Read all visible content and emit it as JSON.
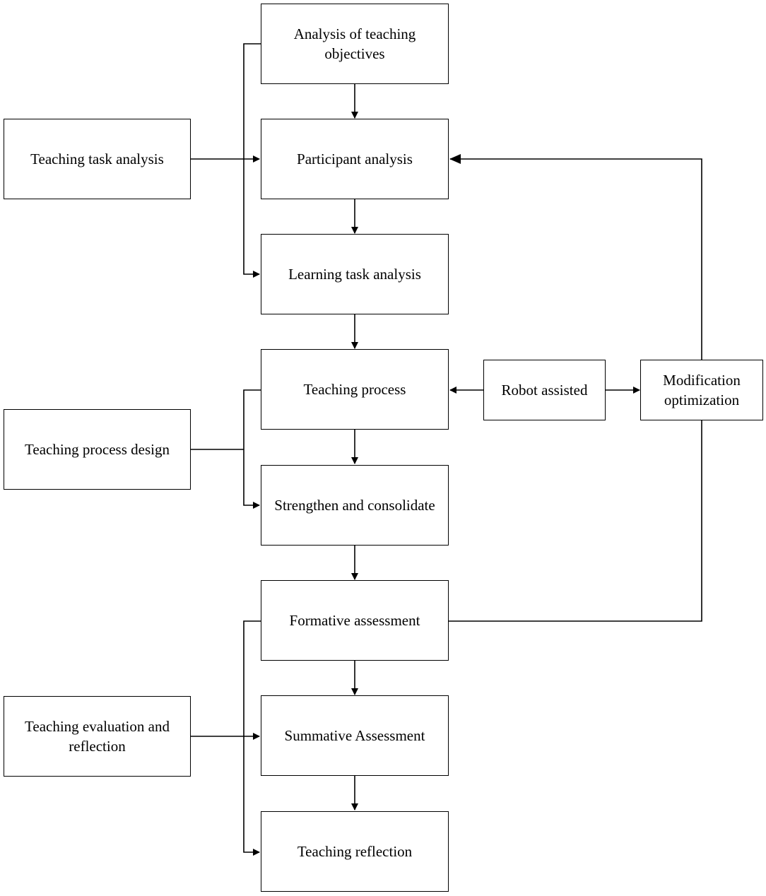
{
  "left_column": {
    "task_analysis": "Teaching task analysis",
    "process_design": "Teaching process design",
    "evaluation_reflection": "Teaching evaluation and reflection"
  },
  "main_column": {
    "objectives": "Analysis of teaching objectives",
    "participant": "Participant analysis",
    "learning_task": "Learning task analysis",
    "teaching_process": "Teaching process",
    "strengthen": "Strengthen and consolidate",
    "formative": "Formative assessment",
    "summative": "Summative Assessment",
    "reflection": "Teaching reflection"
  },
  "right_column": {
    "robot": "Robot assisted",
    "modification": "Modification optimization"
  }
}
